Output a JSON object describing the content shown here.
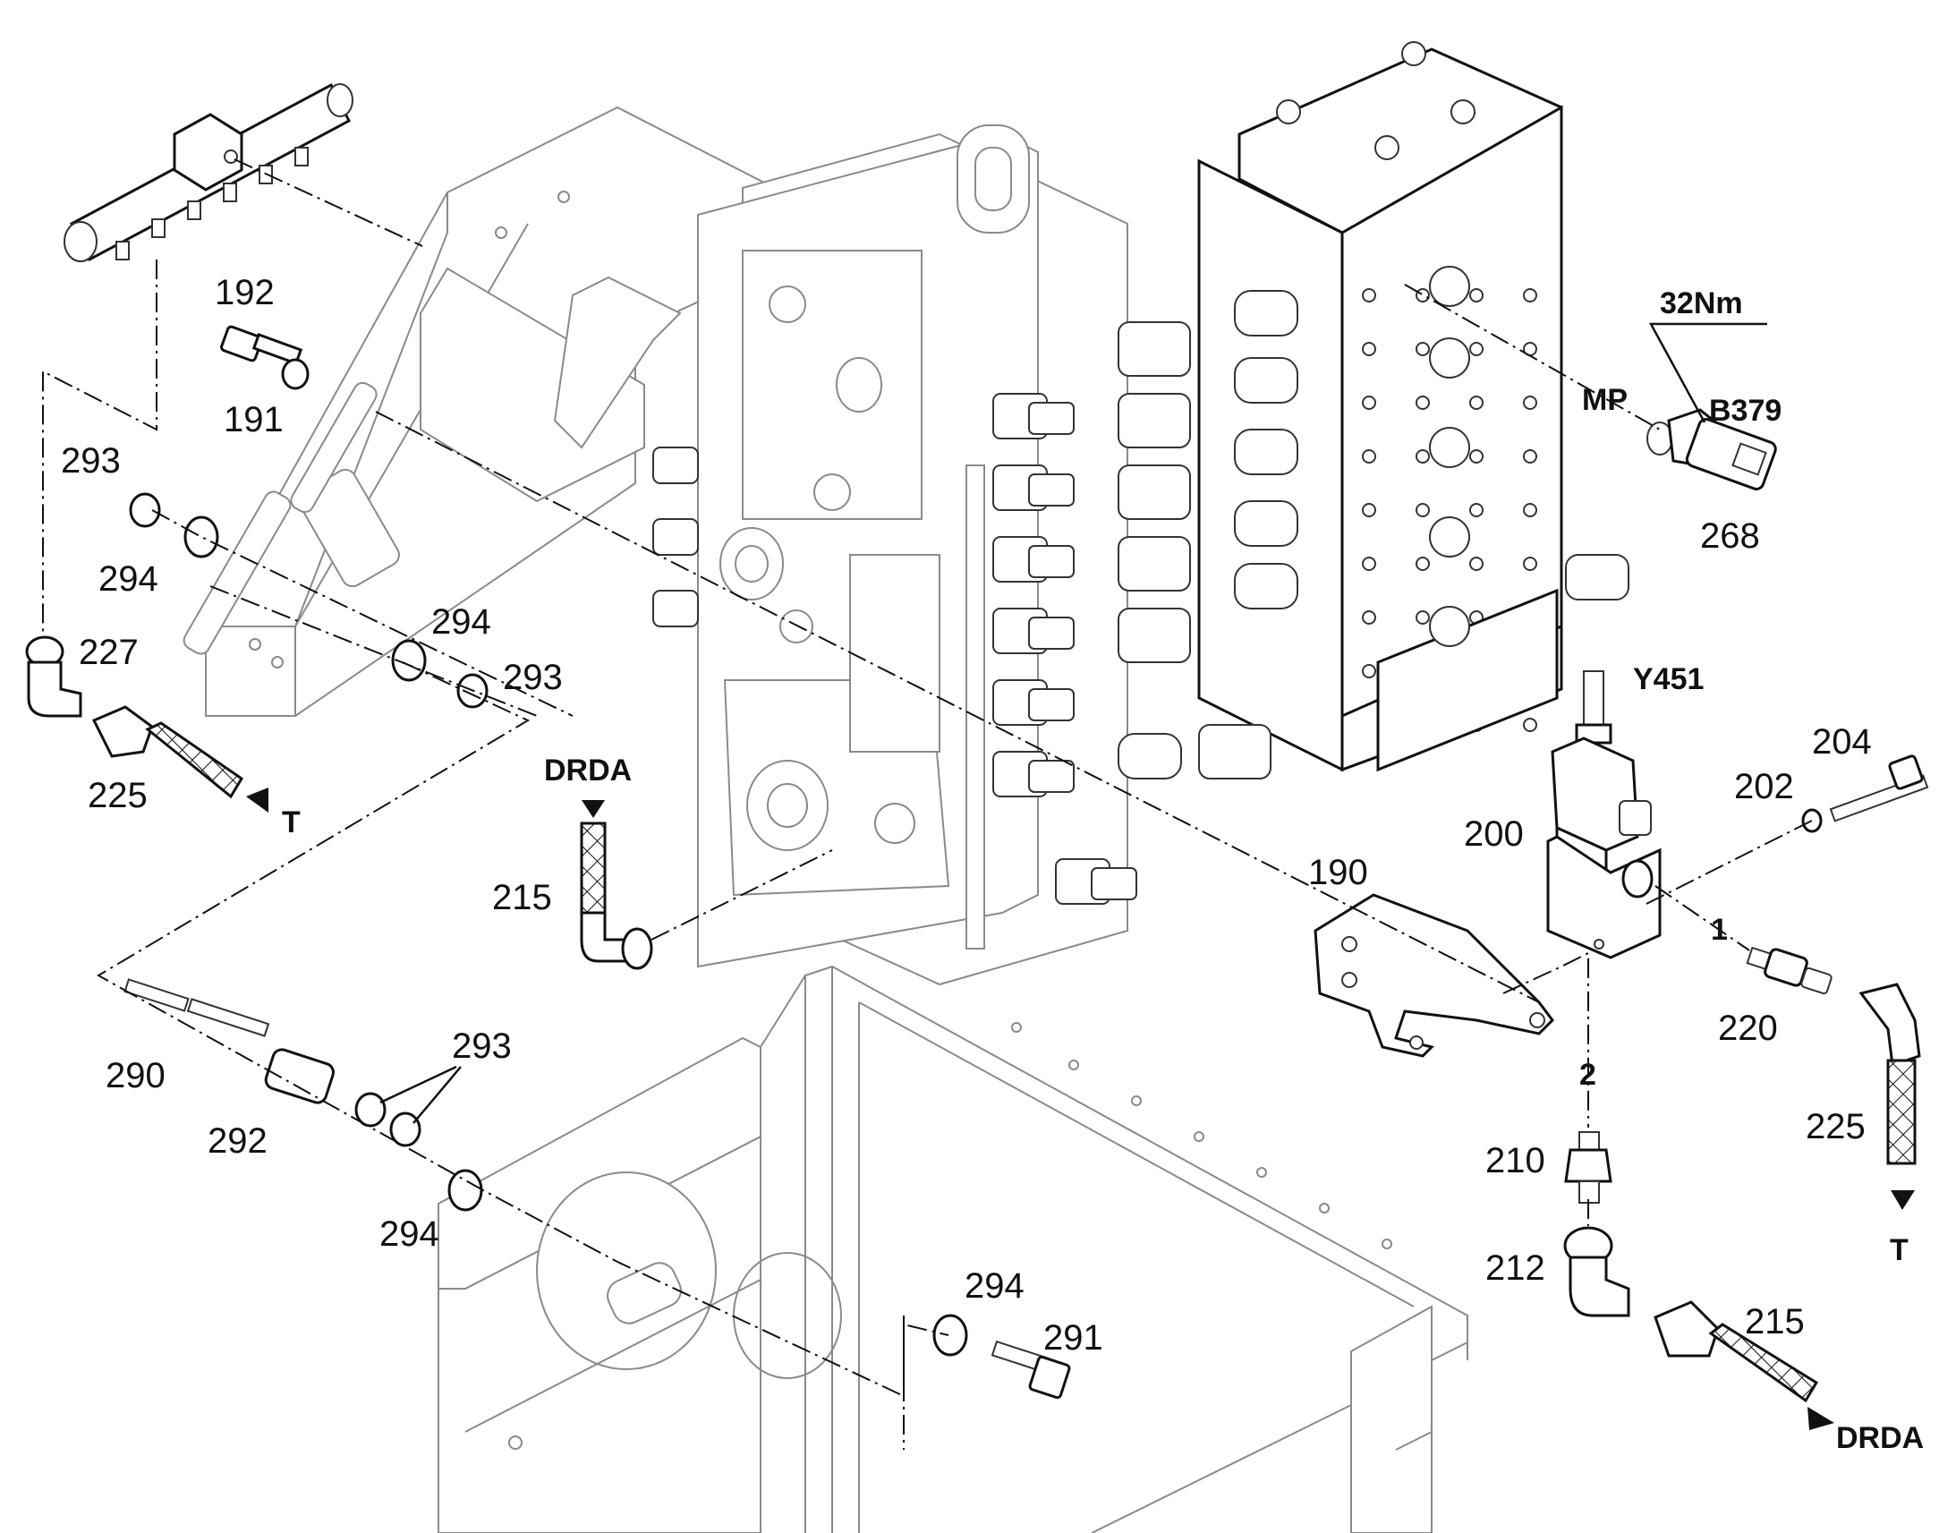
{
  "labels": {
    "p192": "192",
    "p191": "191",
    "p293_a": "293",
    "p294_a": "294",
    "p227": "227",
    "p225_a": "225",
    "t_a": "T",
    "p294_b": "294",
    "p293_b": "293",
    "drda_a": "DRDA",
    "p215_a": "215",
    "p290": "290",
    "p292": "292",
    "p293_c": "293",
    "p294_c": "294",
    "p294_d": "294",
    "p291": "291",
    "torque": "32Nm",
    "mp": "MP",
    "b379": "B379",
    "p268": "268",
    "y451": "Y451",
    "p204": "204",
    "p202": "202",
    "p200": "200",
    "p190": "190",
    "port1": "1",
    "p220": "220",
    "p225_b": "225",
    "t_b": "T",
    "port2": "2",
    "p210": "210",
    "p212": "212",
    "p215_b": "215",
    "drda_b": "DRDA"
  }
}
